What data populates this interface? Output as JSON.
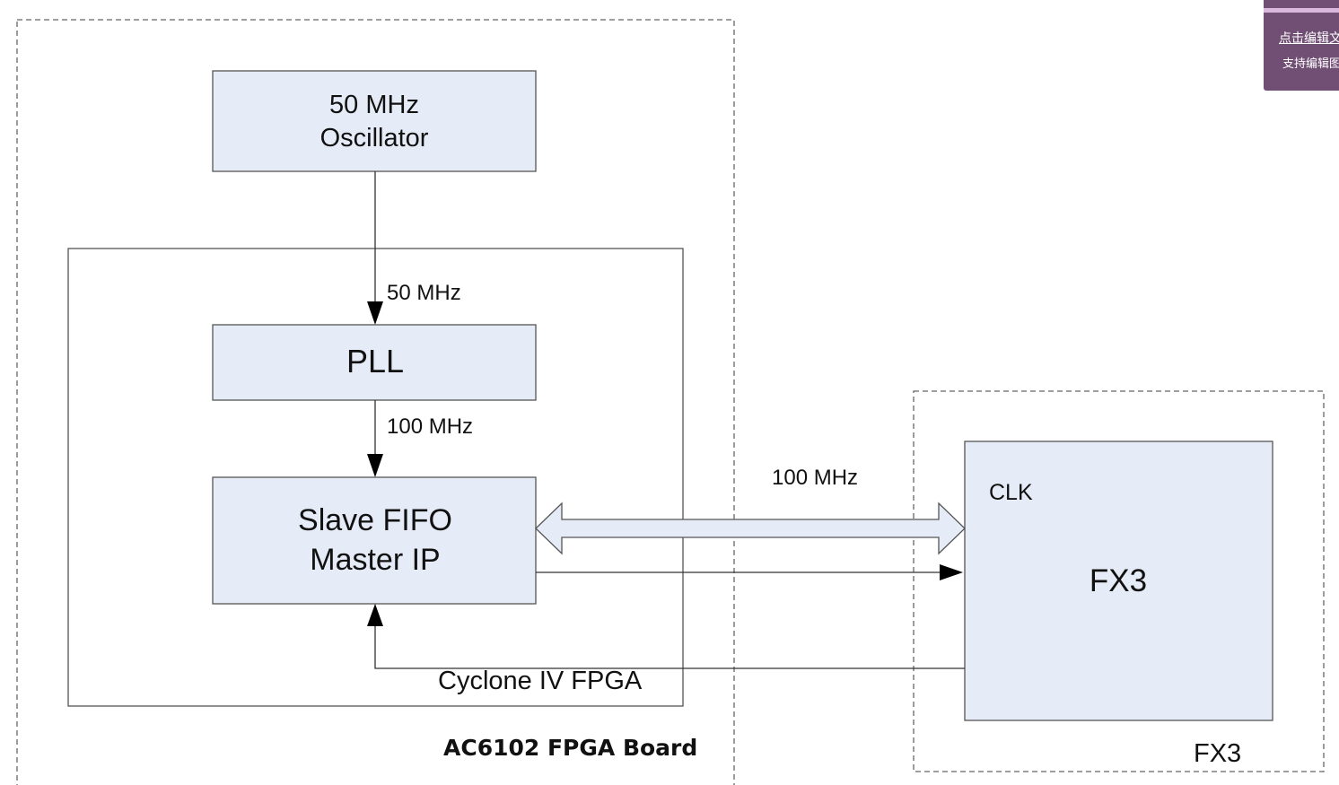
{
  "diagram": {
    "board_label": "AC6102 FPGA Board",
    "fpga_label": "Cyclone IV FPGA",
    "fx3_group_label": "FX3",
    "blocks": {
      "oscillator": {
        "line1": "50 MHz",
        "line2": "Oscillator"
      },
      "pll": {
        "label": "PLL"
      },
      "slave_fifo": {
        "line1": "Slave FIFO",
        "line2": "Master IP"
      },
      "fx3": {
        "label": "FX3",
        "port_label": "CLK"
      }
    },
    "signals": {
      "osc_to_pll": "50 MHz",
      "pll_to_fifo": "100 MHz",
      "fifo_to_fx3_clk": "100 MHz"
    },
    "colors": {
      "block_fill": "#e6ecf7",
      "block_stroke": "#555555",
      "dashed_stroke": "#666666",
      "panel_bg": "#714f75"
    }
  },
  "side_panel": {
    "link_text": "点击编辑文",
    "note_text": "支持编辑图"
  }
}
